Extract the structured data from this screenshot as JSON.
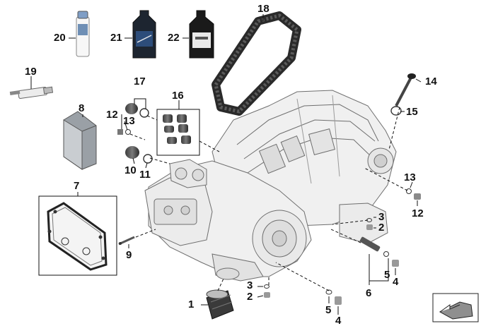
{
  "labels": {
    "p1": "1",
    "p2a": "2",
    "p2b": "2",
    "p3a": "3",
    "p3b": "3",
    "p4a": "4",
    "p4b": "4",
    "p5a": "5",
    "p5b": "5",
    "p6": "6",
    "p7": "7",
    "p8": "8",
    "p9": "9",
    "p10": "10",
    "p11": "11",
    "p12a": "12",
    "p12b": "12",
    "p13a": "13",
    "p13b": "13",
    "p14": "14",
    "p15": "15",
    "p16": "16",
    "p17": "17",
    "p18": "18",
    "p19": "19",
    "p20": "20",
    "p21": "21",
    "p22": "22"
  },
  "colors": {
    "line": "#111111",
    "engine_fill": "#f2f2f2",
    "engine_stroke": "#6e6e6e",
    "belt": "#2a2a2a",
    "bottle_dark": "#1d2530",
    "tube_blue": "#6f8fb5"
  },
  "icons": {
    "nav": "up-arrow-icon"
  }
}
